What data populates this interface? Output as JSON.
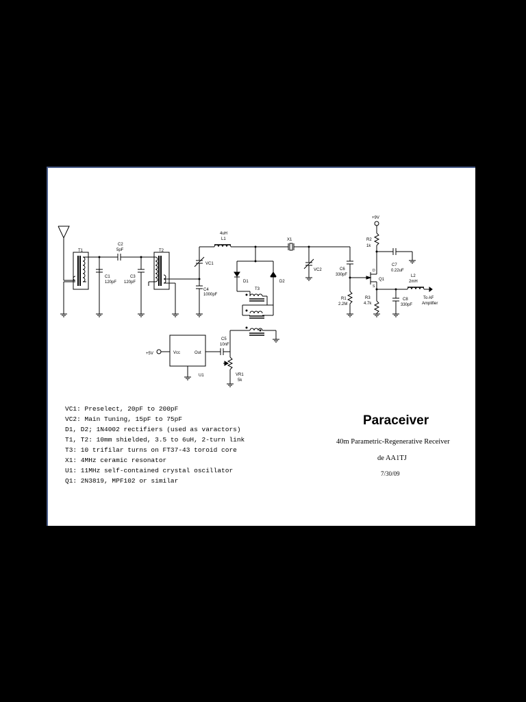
{
  "schematic": {
    "components": {
      "T1": "T1",
      "T2": "T2",
      "T3": "T3",
      "C1": "C1",
      "C1_val": "120pF",
      "C2": "C2",
      "C2_val": "5pF",
      "C3": "C3",
      "C3_val": "120pF",
      "C4": "C4",
      "C4_val": "1000pF",
      "C5": "C5",
      "C5_val": "10nF",
      "C6": "C6",
      "C6_val": "330pF",
      "C7": "C7",
      "C7_val": "0.22uF",
      "C8": "C8",
      "C8_val": "330pF",
      "L1": "L1",
      "L1_val": "4uH",
      "L2": "L2",
      "L2_val": "2mH",
      "VC1": "VC1",
      "VC2": "VC2",
      "X1": "X1",
      "D1": "D1",
      "D2": "D2",
      "R1": "R1",
      "R1_val": "2.2M",
      "R2": "R2",
      "R2_val": "1k",
      "R3": "R3",
      "R3_val": "4.7k",
      "Q1": "Q1",
      "Q1_D": "D",
      "Q1_S": "S",
      "U1": "U1",
      "U1_vcc": "Vcc",
      "U1_out": "Out",
      "VR1": "VR1",
      "VR1_val": "5k",
      "supply_9v": "+9V",
      "supply_5v": "+5V",
      "output_line1": "To AF",
      "output_line2": "Amplifier"
    },
    "notes": [
      "VC1: Preselect, 20pF to 200pF",
      "VC2: Main Tuning, 15pF to 75pF",
      "D1, D2; 1N4002 rectifiers (used as varactors)",
      "T1, T2: 10mm shielded, 3.5 to 6uH, 2-turn link",
      "T3: 10 trifilar turns on FT37-43 toroid core",
      "X1: 4MHz ceramic resonator",
      "U1: 11MHz self-contained crystal oscillator",
      "Q1: 2N3819, MPF102 or similar"
    ],
    "title_block": {
      "title": "Paraceiver",
      "subtitle": "40m Parametric-Regenerative Receiver",
      "author": "de AA1TJ",
      "date": "7/30/09"
    }
  }
}
